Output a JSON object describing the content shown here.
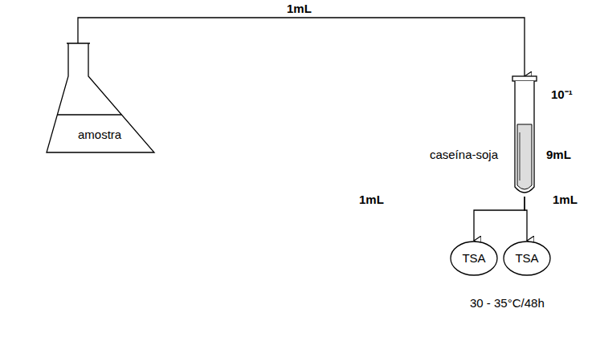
{
  "diagram": {
    "nodes": [
      {
        "text": [
          "amostra"
        ]
      },
      {
        "text": [
          "10⁻¹",
          "caseína-soja",
          "9mL"
        ]
      },
      {
        "text": [
          "TSA"
        ]
      },
      {
        "text": [
          "TSA"
        ]
      }
    ],
    "edges": [
      {
        "from": 0,
        "to": 1,
        "label": "1mL",
        "arrow": "to"
      },
      {
        "from": 1,
        "to": 2,
        "label": "1mL",
        "arrow": "to"
      },
      {
        "from": 1,
        "to": 3,
        "label": "1mL",
        "arrow": "to"
      }
    ],
    "labels": [
      "30 - 35°C/48h"
    ]
  }
}
